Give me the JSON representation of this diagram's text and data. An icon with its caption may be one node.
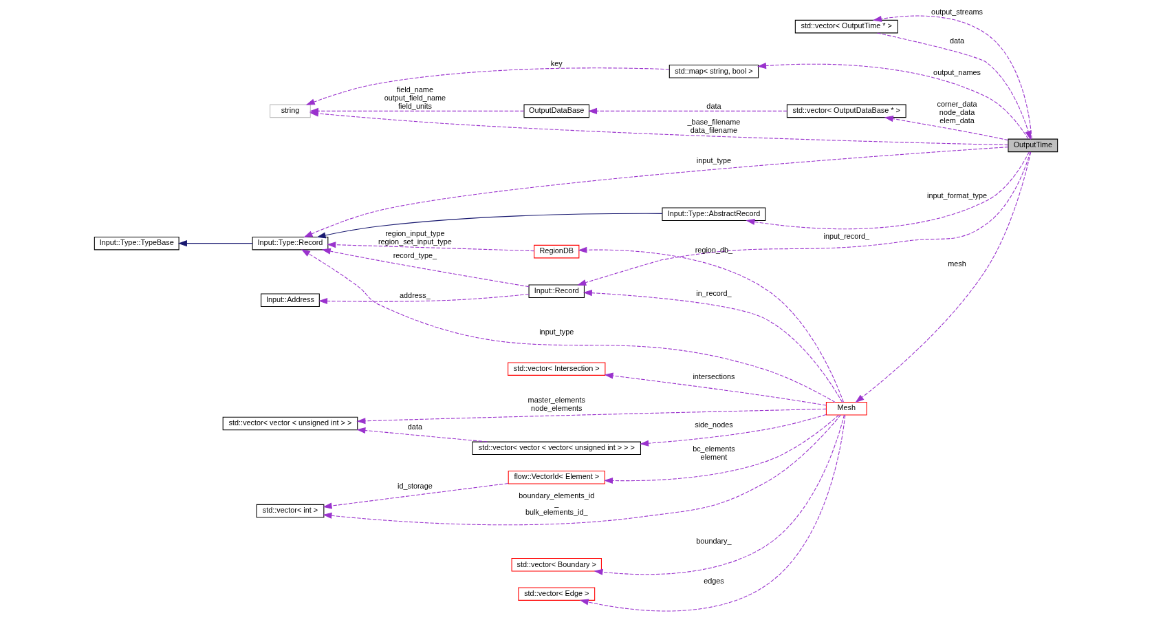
{
  "diagram": {
    "nodes": [
      {
        "text": [
          "OutputTime"
        ]
      },
      {
        "text": [
          "std::vector< OutputTime * >"
        ]
      },
      {
        "text": [
          "std::map< string, bool >"
        ]
      },
      {
        "text": [
          "string"
        ]
      },
      {
        "text": [
          "OutputDataBase"
        ]
      },
      {
        "text": [
          "std::vector< OutputDataBase * >"
        ]
      },
      {
        "text": [
          "Input::Type::AbstractRecord"
        ]
      },
      {
        "text": [
          "Input::Type::TypeBase"
        ]
      },
      {
        "text": [
          "Input::Type::Record"
        ]
      },
      {
        "text": [
          "RegionDB"
        ]
      },
      {
        "text": [
          "Input::Record"
        ]
      },
      {
        "text": [
          "Input::Address"
        ]
      },
      {
        "text": [
          "std::vector< Boundary >"
        ]
      },
      {
        "text": [
          "Mesh"
        ]
      },
      {
        "text": [
          "std::vector< int >"
        ]
      },
      {
        "text": [
          "flow::VectorId< Element >"
        ]
      },
      {
        "text": [
          "std::vector< Edge >"
        ]
      },
      {
        "text": [
          "std::vector< Intersection >"
        ]
      },
      {
        "text": [
          "std::vector< vector < vector< unsigned int > > >"
        ]
      },
      {
        "text": [
          "std::vector< vector < unsigned int > >"
        ]
      }
    ],
    "edges": [
      {
        "from": 0,
        "to": 2,
        "arrow": "to",
        "label": "output_names",
        "style": "dashed"
      },
      {
        "from": 2,
        "to": 3,
        "arrow": "to",
        "label": "key",
        "style": "dashed"
      },
      {
        "from": 4,
        "to": 3,
        "arrow": "to",
        "label": "field_name output_field_name field_units",
        "style": "dashed"
      },
      {
        "from": 5,
        "to": 4,
        "arrow": "to",
        "label": "data",
        "style": "dashed"
      },
      {
        "from": 0,
        "to": 5,
        "arrow": "to",
        "label": "corner_data node_data elem_data",
        "style": "dashed"
      },
      {
        "from": 0,
        "to": 3,
        "arrow": "to",
        "label": "_base_filename data_filename",
        "style": "dashed"
      },
      {
        "from": 1,
        "to": 0,
        "arrow": "to",
        "label": "data",
        "style": "dashed"
      },
      {
        "from": 0,
        "to": 1,
        "arrow": "to",
        "label": "output_streams",
        "style": "dashed"
      },
      {
        "from": 0,
        "to": 8,
        "arrow": "to",
        "label": "input_type",
        "style": "dashed"
      },
      {
        "from": 0,
        "to": 6,
        "arrow": "to",
        "label": "input_format_type",
        "style": "dashed"
      },
      {
        "from": 0,
        "to": 10,
        "arrow": "to",
        "label": "input_record_",
        "style": "dashed"
      },
      {
        "from": 0,
        "to": 13,
        "arrow": "to",
        "label": "mesh",
        "style": "dashed"
      },
      {
        "from": 6,
        "to": 8,
        "arrow": "to",
        "color": "#191970"
      },
      {
        "from": 8,
        "to": 7,
        "arrow": "to",
        "color": "#191970"
      },
      {
        "from": 9,
        "to": 8,
        "arrow": "to",
        "label": "region_input_type region_set_input_type",
        "style": "dashed"
      },
      {
        "from": 13,
        "to": 9,
        "arrow": "to",
        "label": "region_db_",
        "style": "dashed"
      },
      {
        "from": 13,
        "to": 8,
        "arrow": "to",
        "label": "input_type",
        "style": "dashed"
      },
      {
        "from": 10,
        "to": 8,
        "arrow": "to",
        "label": "record_type_",
        "style": "dashed"
      },
      {
        "from": 10,
        "to": 11,
        "arrow": "to",
        "label": "address_",
        "style": "dashed"
      },
      {
        "from": 13,
        "to": 10,
        "arrow": "to",
        "label": "in_record_",
        "style": "dashed"
      },
      {
        "from": 13,
        "to": 12,
        "arrow": "to",
        "label": "boundary_",
        "style": "dashed"
      },
      {
        "from": 13,
        "to": 14,
        "arrow": "to",
        "label": "boundary_elements_id _ bulk_elements_id_",
        "style": "dashed"
      },
      {
        "from": 15,
        "to": 14,
        "arrow": "to",
        "label": "id_storage",
        "style": "dashed"
      },
      {
        "from": 13,
        "to": 15,
        "arrow": "to",
        "label": "bc_elements element",
        "style": "dashed"
      },
      {
        "from": 13,
        "to": 16,
        "arrow": "to",
        "label": "edges",
        "style": "dashed"
      },
      {
        "from": 13,
        "to": 17,
        "arrow": "to",
        "label": "intersections",
        "style": "dashed"
      },
      {
        "from": 13,
        "to": 18,
        "arrow": "to",
        "label": "side_nodes",
        "style": "dashed"
      },
      {
        "from": 18,
        "to": 19,
        "arrow": "to",
        "label": "data",
        "style": "dashed"
      },
      {
        "from": 13,
        "to": 19,
        "arrow": "to",
        "label": "master_elements node_elements",
        "style": "dashed"
      }
    ]
  }
}
